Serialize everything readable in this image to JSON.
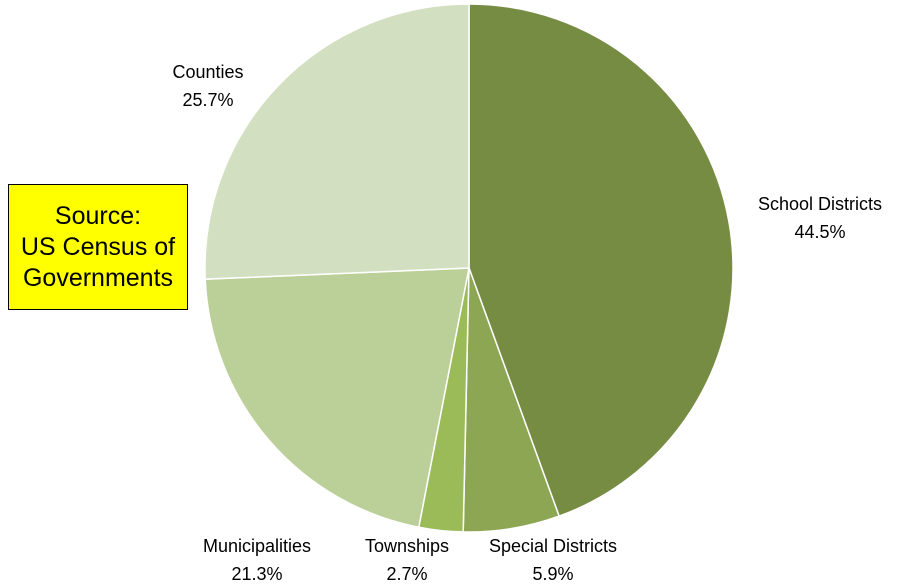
{
  "chart_data": {
    "type": "pie",
    "title": "",
    "categories": [
      "School Districts",
      "Special Districts",
      "Townships",
      "Municipalities",
      "Counties"
    ],
    "values": [
      44.5,
      5.9,
      2.7,
      21.3,
      25.7
    ],
    "value_labels": [
      "44.5%",
      "5.9%",
      "2.7%",
      "21.3%",
      "25.7%"
    ],
    "colors": [
      "#778c43",
      "#8ca653",
      "#9bbb59",
      "#bbcf98",
      "#d2dfc0"
    ],
    "start_angle": "12 o'clock",
    "direction": "clockwise",
    "legend": "none",
    "data_labels": "outside"
  },
  "source_box": {
    "lines": [
      "Source:",
      "US Census of",
      "Governments"
    ],
    "background": "#ffff00"
  }
}
